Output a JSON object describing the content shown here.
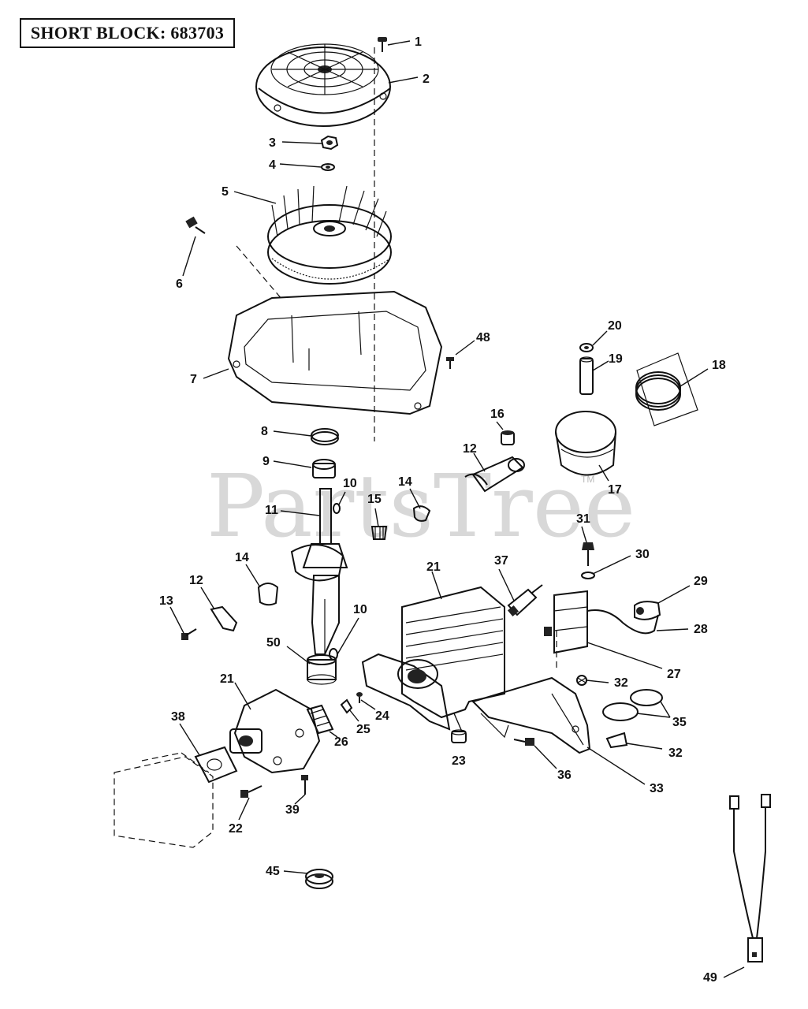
{
  "title": "SHORT BLOCK: 683703",
  "watermark": {
    "text": "PartsTree",
    "trademark": "TM"
  },
  "callouts": [
    {
      "id": "c1",
      "label": "1"
    },
    {
      "id": "c2",
      "label": "2"
    },
    {
      "id": "c3",
      "label": "3"
    },
    {
      "id": "c4",
      "label": "4"
    },
    {
      "id": "c5",
      "label": "5"
    },
    {
      "id": "c6",
      "label": "6"
    },
    {
      "id": "c7",
      "label": "7"
    },
    {
      "id": "c48",
      "label": "48"
    },
    {
      "id": "c20",
      "label": "20"
    },
    {
      "id": "c19",
      "label": "19"
    },
    {
      "id": "c18",
      "label": "18"
    },
    {
      "id": "c8",
      "label": "8"
    },
    {
      "id": "c9",
      "label": "9"
    },
    {
      "id": "c16",
      "label": "16"
    },
    {
      "id": "c12a",
      "label": "12"
    },
    {
      "id": "c17",
      "label": "17"
    },
    {
      "id": "c10a",
      "label": "10"
    },
    {
      "id": "c14a",
      "label": "14"
    },
    {
      "id": "c15",
      "label": "15"
    },
    {
      "id": "c11",
      "label": "11"
    },
    {
      "id": "c31",
      "label": "31"
    },
    {
      "id": "c30",
      "label": "30"
    },
    {
      "id": "c14b",
      "label": "14"
    },
    {
      "id": "c12b",
      "label": "12"
    },
    {
      "id": "c21a",
      "label": "21"
    },
    {
      "id": "c37",
      "label": "37"
    },
    {
      "id": "c29",
      "label": "29"
    },
    {
      "id": "c13",
      "label": "13"
    },
    {
      "id": "c10b",
      "label": "10"
    },
    {
      "id": "c28",
      "label": "28"
    },
    {
      "id": "c50",
      "label": "50"
    },
    {
      "id": "c27",
      "label": "27"
    },
    {
      "id": "c32a",
      "label": "32"
    },
    {
      "id": "c21b",
      "label": "21"
    },
    {
      "id": "c38",
      "label": "38"
    },
    {
      "id": "c24",
      "label": "24"
    },
    {
      "id": "c35",
      "label": "35"
    },
    {
      "id": "c25",
      "label": "25"
    },
    {
      "id": "c26",
      "label": "26"
    },
    {
      "id": "c23",
      "label": "23"
    },
    {
      "id": "c32b",
      "label": "32"
    },
    {
      "id": "c36",
      "label": "36"
    },
    {
      "id": "c33",
      "label": "33"
    },
    {
      "id": "c22",
      "label": "22"
    },
    {
      "id": "c39",
      "label": "39"
    },
    {
      "id": "c45",
      "label": "45"
    },
    {
      "id": "c49",
      "label": "49"
    }
  ]
}
